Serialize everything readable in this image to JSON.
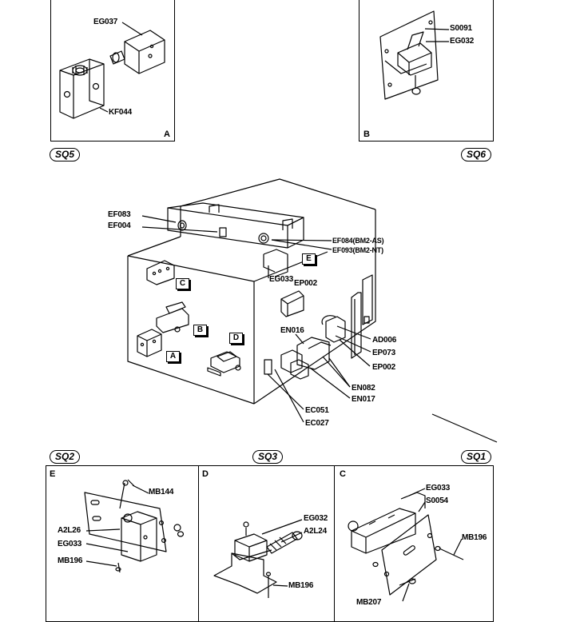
{
  "panels": {
    "a": {
      "letter": "A",
      "labels": {
        "eg037": "EG037",
        "kf044": "KF044"
      }
    },
    "b": {
      "letter": "B",
      "labels": {
        "s0091": "S0091",
        "eg032": "EG032"
      }
    },
    "e": {
      "letter": "E",
      "labels": {
        "mb144": "MB144",
        "a2l26": "A2L26",
        "eg033": "EG033",
        "mb196": "MB196"
      }
    },
    "d": {
      "letter": "D",
      "labels": {
        "eg032": "EG032",
        "a2l24": "A2L24",
        "mb196": "MB196"
      }
    },
    "c": {
      "letter": "C",
      "labels": {
        "eg033": "EG033",
        "s0054": "S0054",
        "mb196": "MB196",
        "mb207": "MB207"
      }
    }
  },
  "badges": {
    "sq5": "SQ5",
    "sq6": "SQ6",
    "sq2": "SQ2",
    "sq3": "SQ3",
    "sq1": "SQ1"
  },
  "main": {
    "labels": {
      "ef083": "EF083",
      "ef004": "EF004",
      "ef084": "EF084(BM2-AS)",
      "ef093": "EF093(BM2-NT)",
      "eg033": "EG033",
      "ep002_top": "EP002",
      "en016": "EN016",
      "ad006": "AD006",
      "ep073": "EP073",
      "ep002_bottom": "EP002",
      "en082": "EN082",
      "en017": "EN017",
      "ec051": "EC051",
      "ec027": "EC027"
    },
    "tags": {
      "a": "A",
      "b": "B",
      "c": "C",
      "d": "D",
      "e": "E"
    }
  }
}
